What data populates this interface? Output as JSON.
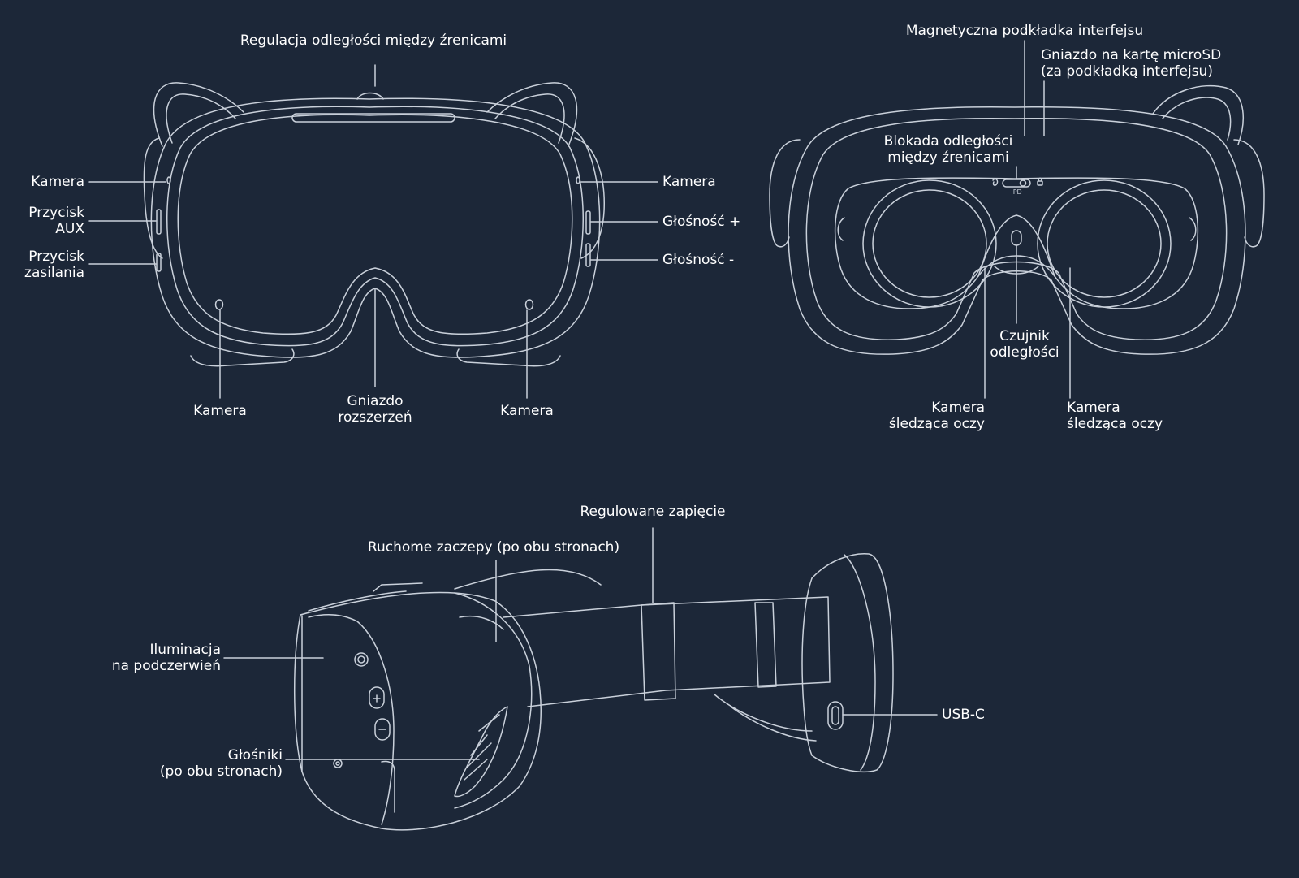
{
  "labels": {
    "front_ipd_adjust": [
      "Regulacja odległości między źrenicami"
    ],
    "front_camera_left": [
      "Kamera"
    ],
    "front_aux_button": [
      "Przycisk",
      "AUX"
    ],
    "front_power_button": [
      "Przycisk",
      "zasilania"
    ],
    "front_camera_right": [
      "Kamera"
    ],
    "front_volume_up": [
      "Głośność +"
    ],
    "front_volume_down": [
      "Głośność -"
    ],
    "front_camera_bottom_left": [
      "Kamera"
    ],
    "front_expansion_port": [
      "Gniazdo",
      "rozszerzeń"
    ],
    "front_camera_bottom_right": [
      "Kamera"
    ],
    "back_magnetic_pad": [
      "Magnetyczna podkładka interfejsu"
    ],
    "back_microsd_slot": [
      "Gniazdo na kartę microSD",
      "(za podkładką interfejsu)"
    ],
    "back_ipd_lock": [
      "Blokada odległości",
      "między źrenicami"
    ],
    "back_proximity_sensor": [
      "Czujnik",
      "odległości"
    ],
    "back_eye_camera_left": [
      "Kamera",
      "śledząca oczy"
    ],
    "back_eye_camera_right": [
      "Kamera",
      "śledząca oczy"
    ],
    "side_adjustable_clasp": [
      "Regulowane zapięcie"
    ],
    "side_movable_hooks": [
      "Ruchome zaczepy (po obu stronach)"
    ],
    "side_ir_illumination": [
      "Iluminacja",
      "na podczerwień"
    ],
    "side_speakers": [
      "Głośniki",
      "(po obu stronach)"
    ],
    "side_usb_c": [
      "USB-C"
    ]
  },
  "ipd_marking": "IPD",
  "colors": {
    "background": "#1c2738",
    "line": "#c9d0da",
    "text": "#ffffff"
  }
}
